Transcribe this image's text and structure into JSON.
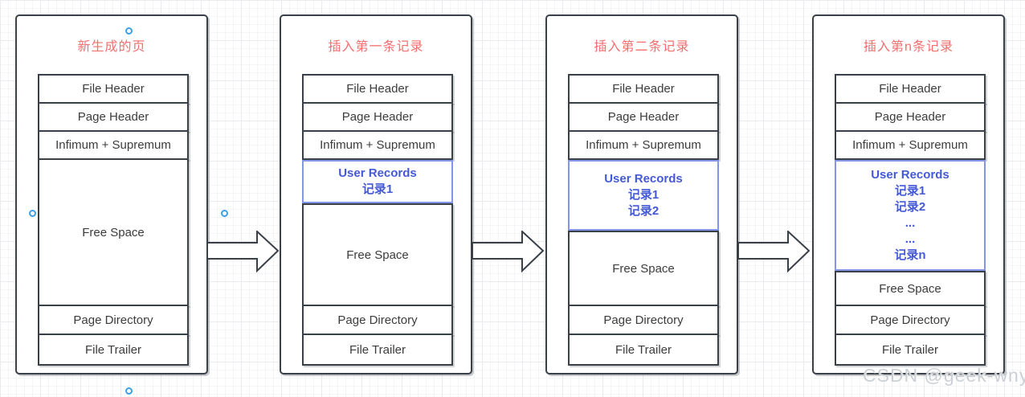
{
  "watermark": "CSDN @geek-wny",
  "colors": {
    "title_red": "#f56e6e",
    "records_blue": "#4459d6",
    "records_border_blue": "#8295e8",
    "shape_border": "#3a4048",
    "selection_handle_blue": "#3ba0e8"
  },
  "icons": {
    "flow_arrow": "right-block-arrow"
  },
  "panels": [
    {
      "title": "新生成的页",
      "file_header": "File Header",
      "page_header": "Page Header",
      "infimum_supremum": "Infimum + Supremum",
      "free_space": "Free Space",
      "page_directory": "Page Directory",
      "file_trailer": "File Trailer"
    },
    {
      "title": "插入第一条记录",
      "file_header": "File Header",
      "page_header": "Page Header",
      "infimum_supremum": "Infimum + Supremum",
      "user_records": {
        "title": "User Records",
        "records": [
          "记录1"
        ]
      },
      "free_space": "Free Space",
      "page_directory": "Page Directory",
      "file_trailer": "File Trailer"
    },
    {
      "title": "插入第二条记录",
      "file_header": "File Header",
      "page_header": "Page Header",
      "infimum_supremum": "Infimum + Supremum",
      "user_records": {
        "title": "User Records",
        "records": [
          "记录1",
          "记录2"
        ]
      },
      "free_space": "Free Space",
      "page_directory": "Page Directory",
      "file_trailer": "File Trailer"
    },
    {
      "title": "插入第n条记录",
      "file_header": "File Header",
      "page_header": "Page Header",
      "infimum_supremum": "Infimum + Supremum",
      "user_records": {
        "title": "User Records",
        "records": [
          "记录1",
          "记录2",
          "...",
          "...",
          "记录n"
        ]
      },
      "free_space": "Free Space",
      "page_directory": "Page Directory",
      "file_trailer": "File Trailer"
    }
  ]
}
